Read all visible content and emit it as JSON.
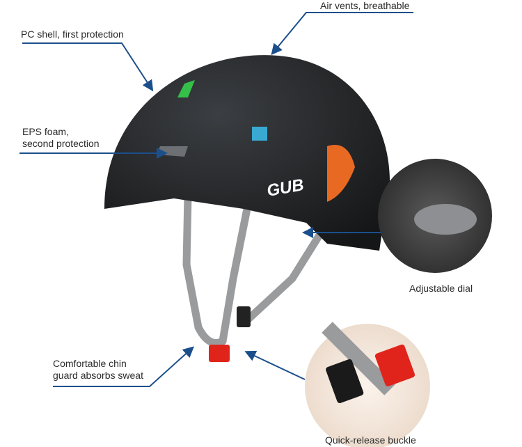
{
  "labels": {
    "air_vents": "Air vents, breathable",
    "pc_shell": "PC shell, first protection",
    "eps_line1": "EPS foam,",
    "eps_line2": "second protection",
    "dial": "Adjustable dial",
    "chin_line1": "Comfortable chin",
    "chin_line2": "guard absorbs sweat",
    "buckle": "Quick-release buckle"
  },
  "brand_logo": "GUB",
  "colors": {
    "callout_line": "#1b4f8c",
    "helmet": "#232527",
    "strap": "#9a9b9d",
    "buckle_red": "#e0241b"
  }
}
